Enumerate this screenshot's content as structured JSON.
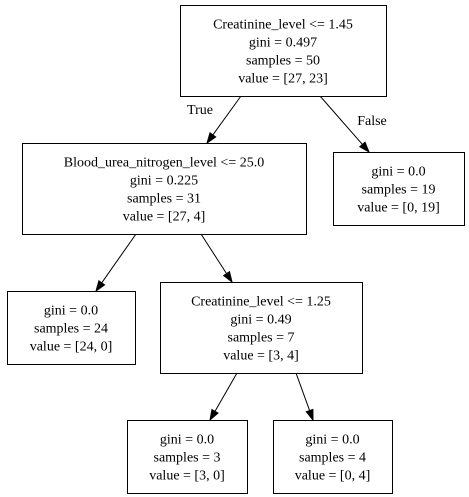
{
  "nodes": [
    {
      "id": "n0",
      "lines": [
        "Creatinine_level <= 1.45",
        "gini = 0.497",
        "samples = 50",
        "value = [27, 23]"
      ]
    },
    {
      "id": "n1",
      "lines": [
        "Blood_urea_nitrogen_level <= 25.0",
        "gini = 0.225",
        "samples = 31",
        "value = [27, 4]"
      ]
    },
    {
      "id": "n2",
      "lines": [
        "gini = 0.0",
        "samples = 19",
        "value = [0, 19]"
      ]
    },
    {
      "id": "n3",
      "lines": [
        "gini = 0.0",
        "samples = 24",
        "value = [24, 0]"
      ]
    },
    {
      "id": "n4",
      "lines": [
        "Creatinine_level <= 1.25",
        "gini = 0.49",
        "samples = 7",
        "value = [3, 4]"
      ]
    },
    {
      "id": "n5",
      "lines": [
        "gini = 0.0",
        "samples = 3",
        "value = [3, 0]"
      ]
    },
    {
      "id": "n6",
      "lines": [
        "gini = 0.0",
        "samples = 4",
        "value = [0, 4]"
      ]
    }
  ],
  "edges": [
    {
      "from": "n0",
      "to": "n1",
      "label": "True"
    },
    {
      "from": "n0",
      "to": "n2",
      "label": "False"
    },
    {
      "from": "n1",
      "to": "n3",
      "label": ""
    },
    {
      "from": "n1",
      "to": "n4",
      "label": ""
    },
    {
      "from": "n4",
      "to": "n5",
      "label": ""
    },
    {
      "from": "n4",
      "to": "n6",
      "label": ""
    }
  ]
}
